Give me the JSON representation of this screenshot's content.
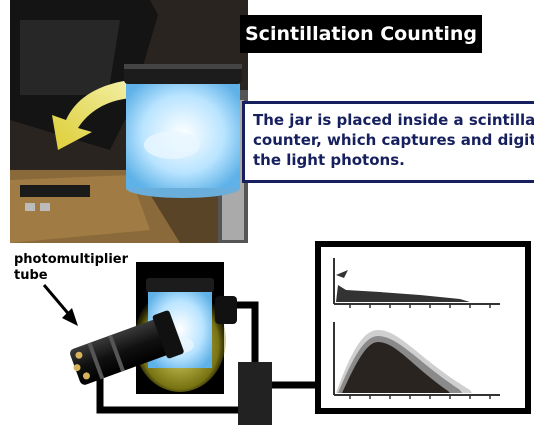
{
  "title": "Scintillation Counting",
  "caption": {
    "line1": "The jar is placed inside a scintillation",
    "line2": "counter, which captures and digitizes",
    "line3": "the light photons."
  },
  "pmt_label": {
    "line1": "photomultiplier",
    "line2": "tube"
  },
  "colors": {
    "banner_bg": "#000000",
    "caption_text": "#17205e",
    "light_glow": "#f4f061",
    "jar_blue": "#9fd6ff",
    "counter_wood": "#8a6a3a"
  },
  "icons": [
    "arrow-icon",
    "photomultiplier-tube-icon",
    "jar-icon",
    "scintillation-counter-icon",
    "spectrum-chart-icon"
  ]
}
